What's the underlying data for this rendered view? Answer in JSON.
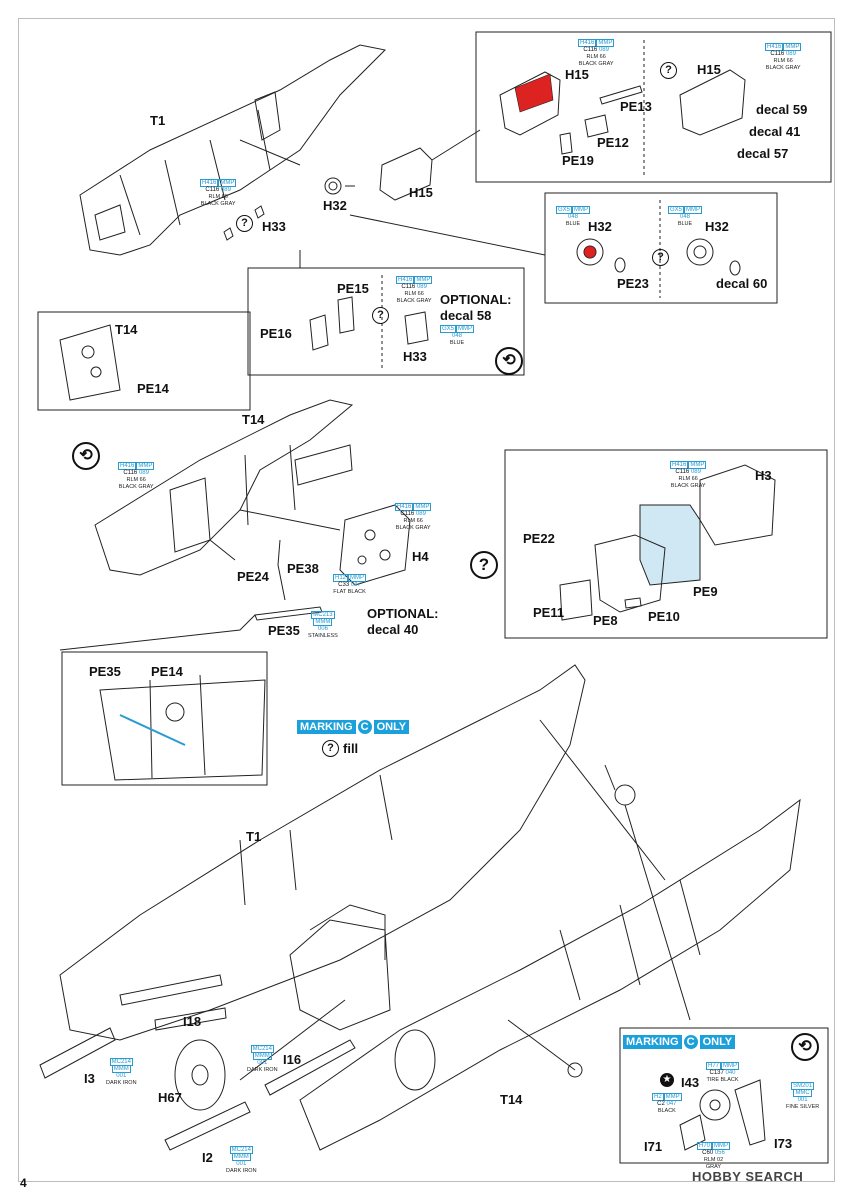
{
  "page_number": "4",
  "watermark": "HOBBY SEARCH",
  "optional_heading": "OPTIONAL:",
  "marking_only": {
    "prefix": "MARKING",
    "letter": "C",
    "suffix": "ONLY"
  },
  "labels": {
    "t1_top": "T1",
    "h33": "H33",
    "h32": "H32",
    "h15": "H15",
    "h15_detail_a": "H15",
    "h15_detail_b": "H15",
    "pe13": "PE13",
    "pe12": "PE12",
    "pe19": "PE19",
    "decal59": "decal 59",
    "decal41": "decal 41",
    "decal57": "decal 57",
    "h32_a": "H32",
    "h32_b": "H32",
    "pe23": "PE23",
    "decal60": "decal 60",
    "pe15": "PE15",
    "pe16": "PE16",
    "h33_opt": "H33",
    "decal58": "decal 58",
    "t14_inset": "T14",
    "pe14_inset": "PE14",
    "t14_mid": "T14",
    "h4": "H4",
    "decal40": "decal 40",
    "pe24": "PE24",
    "pe38": "PE38",
    "pe35": "PE35",
    "h3": "H3",
    "pe22": "PE22",
    "pe9": "PE9",
    "pe11": "PE11",
    "pe8": "PE8",
    "pe10": "PE10",
    "pe35_inset": "PE35",
    "pe14_inset2": "PE14",
    "fill": "fill",
    "t1_bottom": "T1",
    "i18": "I18",
    "i3": "I3",
    "h67": "H67",
    "i16": "I16",
    "i2": "I2",
    "t14_bottom": "T14",
    "i43": "I43",
    "i71": "I71",
    "i73": "I73"
  },
  "paints": {
    "rlm66_a": {
      "h": "H416",
      "mm": "MMP",
      "c": "C116",
      "n": "089",
      "name1": "RLM 66",
      "name2": "BLACK GRAY"
    },
    "rlm66_b": {
      "h": "H416",
      "mm": "MMP",
      "c": "C116",
      "n": "089",
      "name1": "RLM 66",
      "name2": "BLACK GRAY"
    },
    "rlm66_c": {
      "h": "H416",
      "mm": "MMP",
      "c": "C116",
      "n": "089",
      "name1": "RLM 66",
      "name2": "BLACK GRAY"
    },
    "blue_a": {
      "h": "GX5",
      "mm": "MMP",
      "n": "048",
      "name1": "BLUE"
    },
    "blue_b": {
      "h": "GX5",
      "mm": "MMP",
      "n": "048",
      "name1": "BLUE"
    },
    "rlm66_d": {
      "h": "H416",
      "mm": "MMP",
      "c": "C116",
      "n": "089",
      "name1": "RLM 66",
      "name2": "BLACK GRAY"
    },
    "blue_c": {
      "h": "GX5",
      "mm": "MMP",
      "n": "048",
      "name1": "BLUE"
    },
    "rlm66_e": {
      "h": "H416",
      "mm": "MMP",
      "c": "C116",
      "n": "089",
      "name1": "RLM 66",
      "name2": "BLACK GRAY"
    },
    "rlm66_f": {
      "h": "H416",
      "mm": "MMP",
      "c": "C116",
      "n": "089",
      "name1": "RLM 66",
      "name2": "BLACK GRAY"
    },
    "flatblack": {
      "h": "H12",
      "mm": "MMP",
      "c": "C33",
      "n": "047",
      "name1": "FLAT BLACK"
    },
    "rlm66_g": {
      "h": "H416",
      "mm": "MMP",
      "c": "C116",
      "n": "089",
      "name1": "RLM 66",
      "name2": "BLACK GRAY"
    },
    "stainless": {
      "h": "MC213",
      "mm": "MMM",
      "n": "006",
      "name1": "STAINLESS"
    },
    "darkiron_a": {
      "h": "MC214",
      "mm": "MMM",
      "n": "001",
      "name1": "DARK IRON"
    },
    "darkiron_b": {
      "h": "MC214",
      "mm": "MMM",
      "n": "001",
      "name1": "DARK IRON"
    },
    "darkiron_c": {
      "h": "MC214",
      "mm": "MMM",
      "n": "001",
      "name1": "DARK IRON"
    },
    "tireblack": {
      "h": "H77",
      "mm": "MMP",
      "c": "C137",
      "n": "040",
      "name1": "TIRE BLACK"
    },
    "black": {
      "h": "H2",
      "mm": "MMP",
      "c": "C2",
      "n": "047",
      "name1": "BLACK"
    },
    "finesilver": {
      "h": "SM201",
      "mm": "MMC",
      "n": "001",
      "name1": "FINE SILVER"
    },
    "rlm02": {
      "h": "H70",
      "mm": "MMP",
      "c": "C60",
      "n": "056",
      "name1": "RLM 02",
      "name2": "GRAY"
    }
  }
}
